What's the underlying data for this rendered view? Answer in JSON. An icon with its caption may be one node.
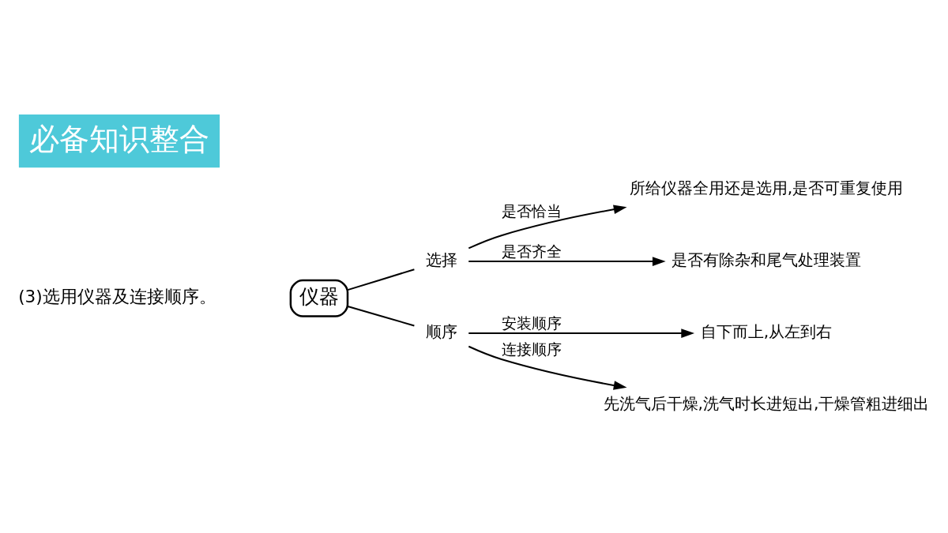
{
  "diagram": {
    "title": "必备知识整合",
    "nodes": [
      {
        "text": [
          "仪器"
        ]
      },
      {
        "text": [
          "选择"
        ]
      },
      {
        "text": [
          "顺序"
        ]
      },
      {
        "text": [
          "所给仪器全用还是选用,是否可重复使用"
        ]
      },
      {
        "text": [
          "是否有除杂和尾气处理装置"
        ]
      },
      {
        "text": [
          "自下而上,从左到右"
        ]
      },
      {
        "text": [
          "先洗气后干燥,洗气时长进短出,干燥管粗进细出"
        ]
      }
    ],
    "edges": [
      {
        "from": 0,
        "to": 1,
        "arrow": "none"
      },
      {
        "from": 0,
        "to": 2,
        "arrow": "none"
      },
      {
        "from": 1,
        "to": 3,
        "arrow": "to",
        "label": "是否恰当"
      },
      {
        "from": 1,
        "to": 4,
        "arrow": "to",
        "label": "是否齐全"
      },
      {
        "from": 2,
        "to": 5,
        "arrow": "to",
        "label": "安装顺序"
      },
      {
        "from": 2,
        "to": 6,
        "arrow": "to",
        "label": "连接顺序"
      }
    ],
    "labels": [
      "(3)选用仪器及连接顺序。"
    ]
  }
}
